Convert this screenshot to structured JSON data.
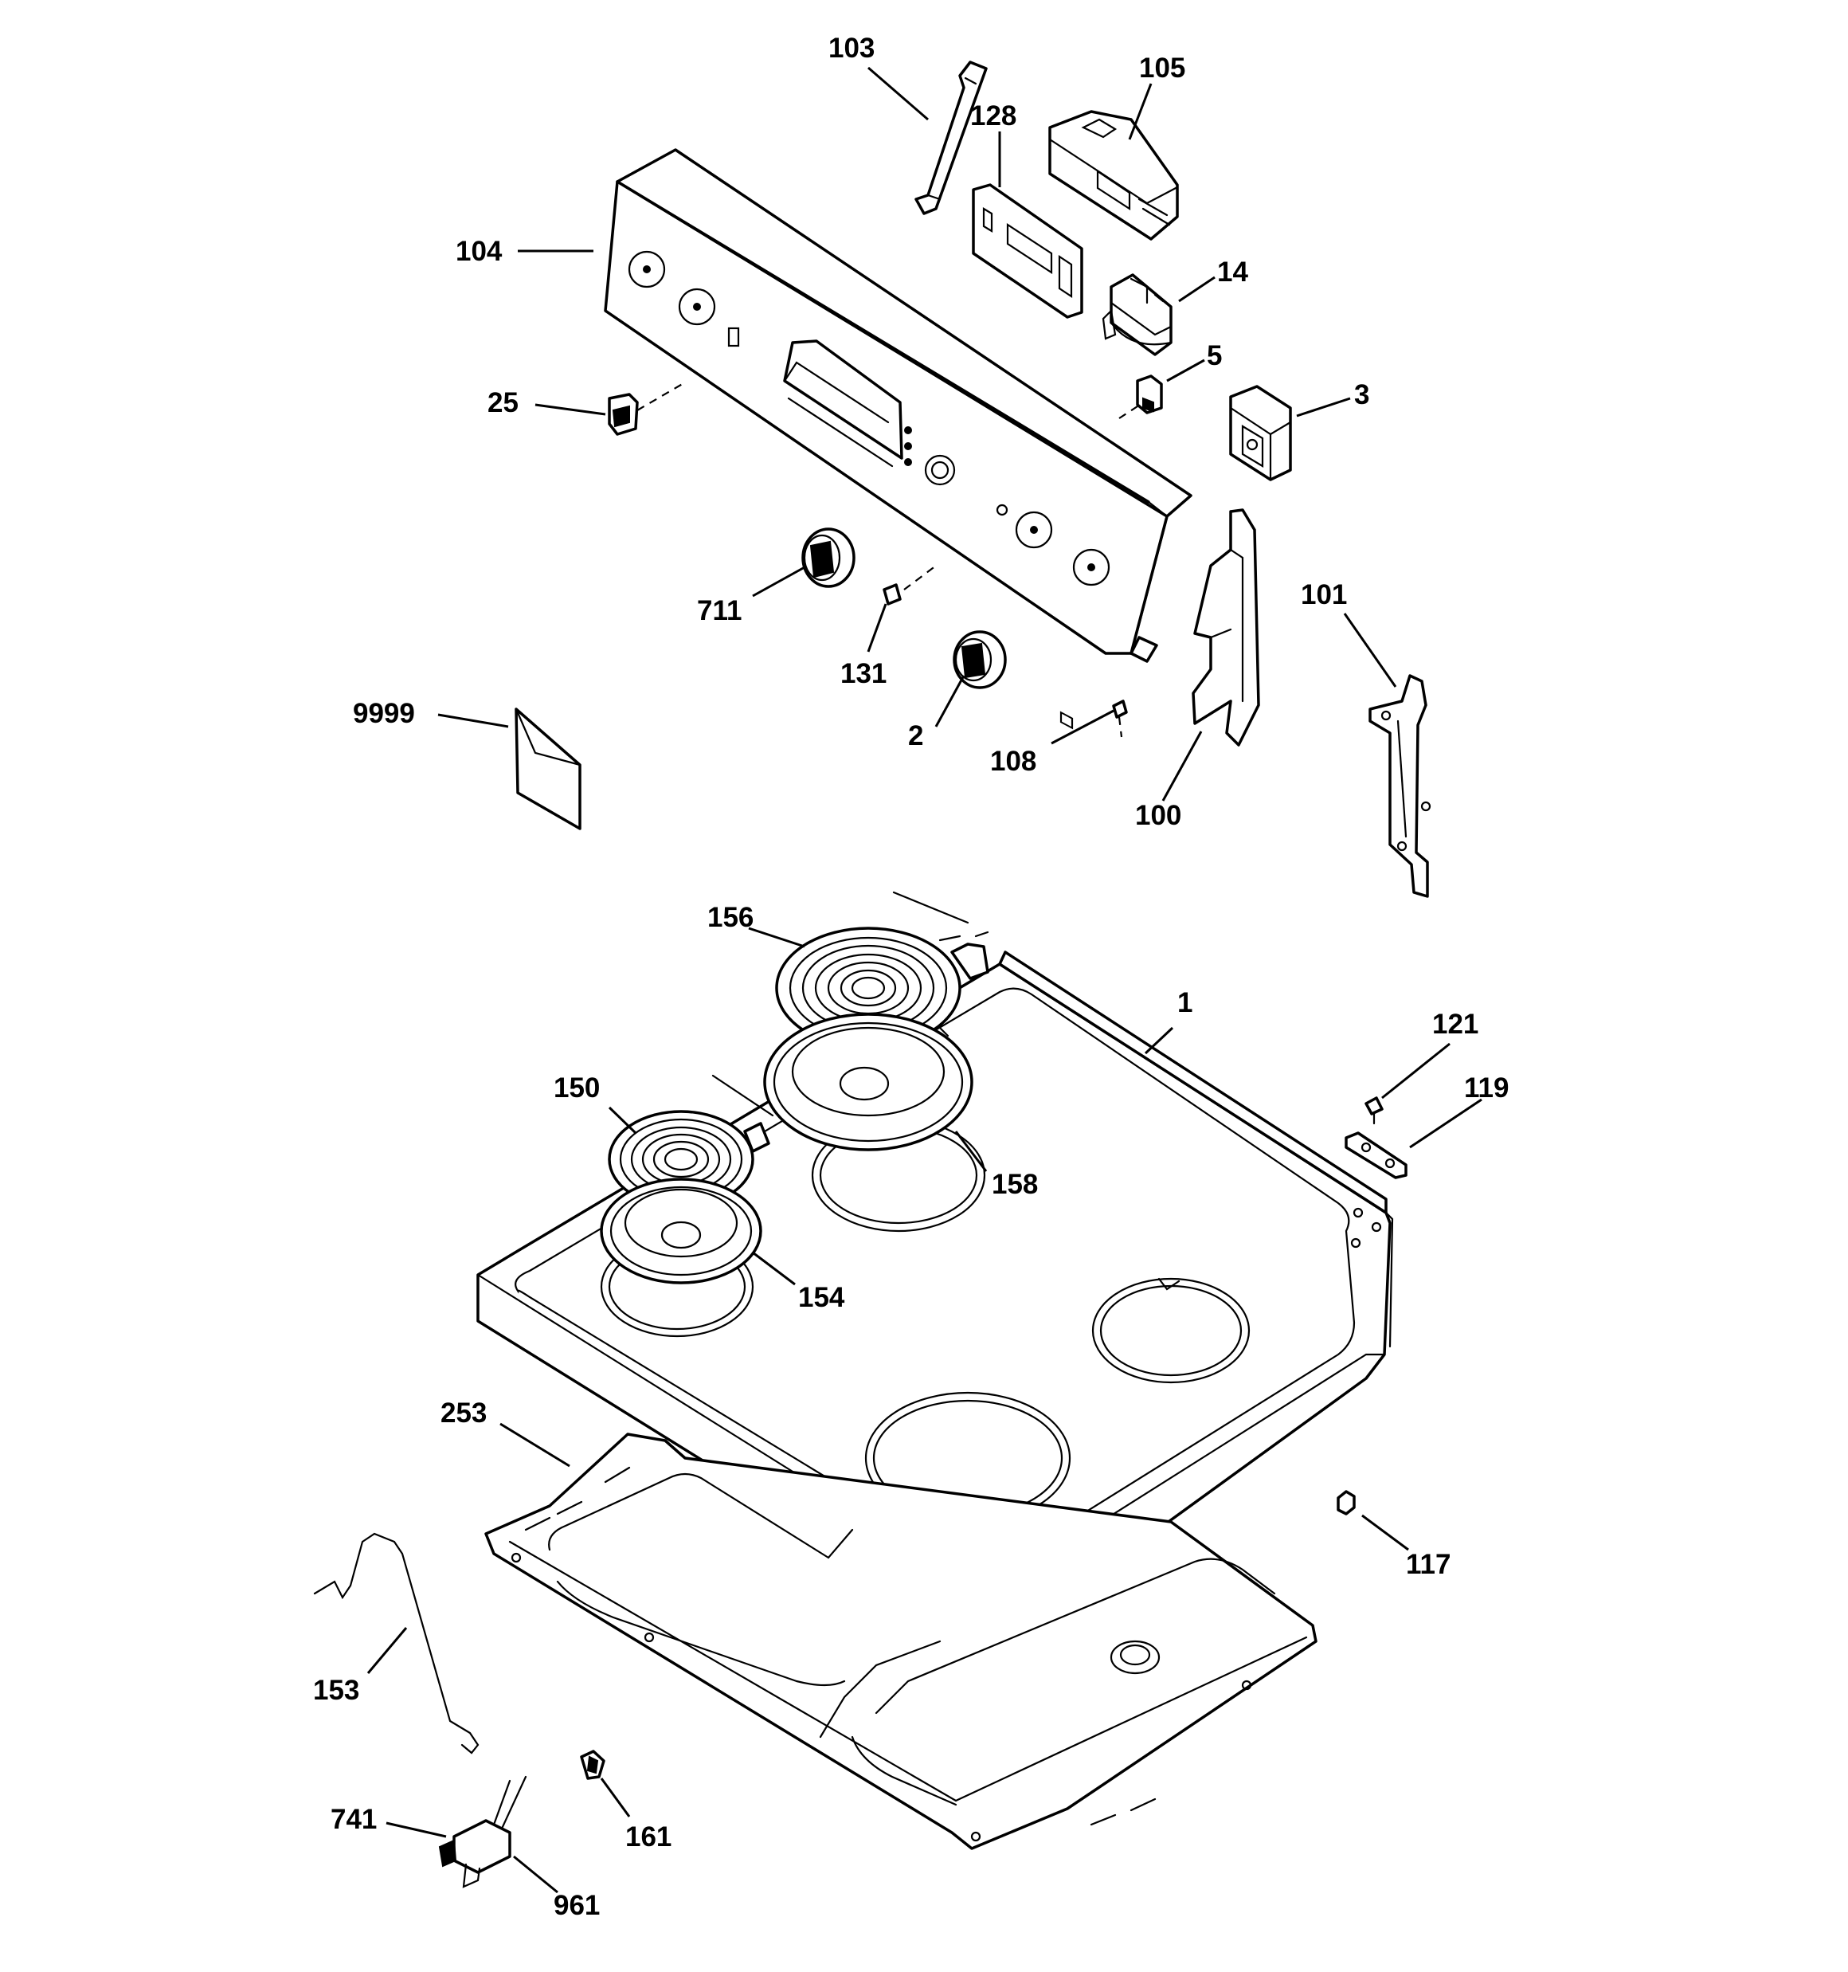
{
  "labels": {
    "p103": "103",
    "p105": "105",
    "p128": "128",
    "p104": "104",
    "p14": "14",
    "p5": "5",
    "p3": "3",
    "p25": "25",
    "p711": "711",
    "p131": "131",
    "p2": "2",
    "p108": "108",
    "p100": "100",
    "p101": "101",
    "p9999": "9999",
    "p156": "156",
    "p1": "1",
    "p121": "121",
    "p119": "119",
    "p150": "150",
    "p158": "158",
    "p154": "154",
    "p253": "253",
    "p117": "117",
    "p153": "153",
    "p741": "741",
    "p161": "161",
    "p961": "961"
  }
}
